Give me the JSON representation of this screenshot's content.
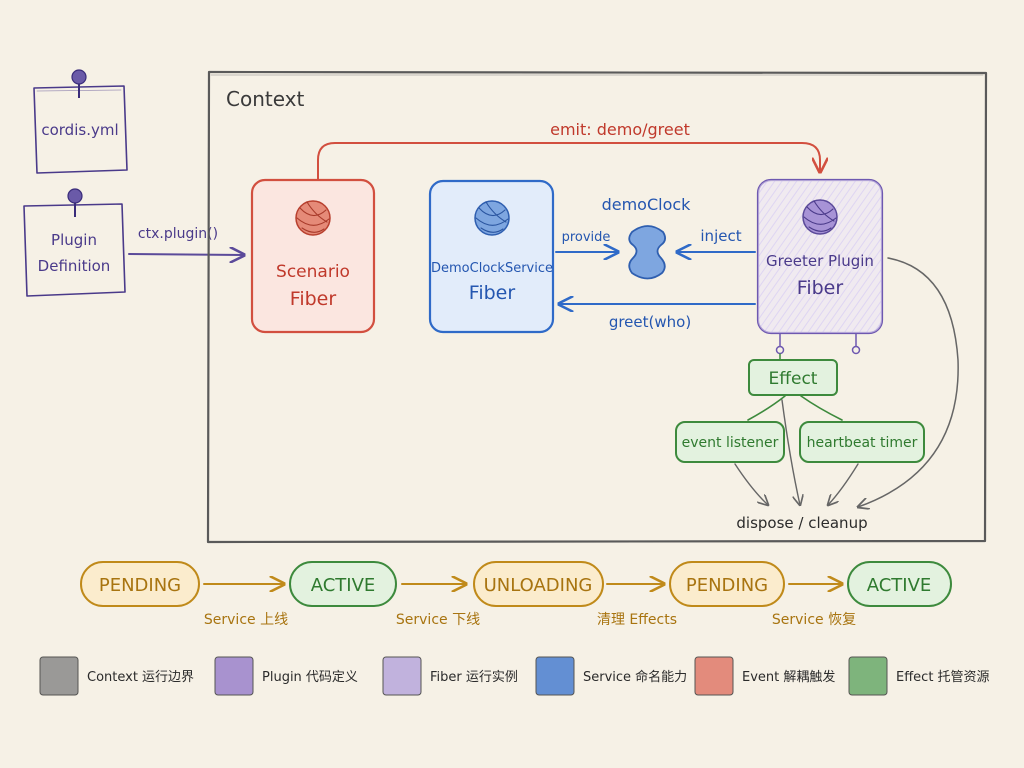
{
  "notes": {
    "config": "cordis.yml",
    "plugin_line1": "Plugin",
    "plugin_line2": "Definition"
  },
  "context": {
    "title": "Context"
  },
  "edges": {
    "ctx_plugin": "ctx.plugin()",
    "emit": "emit: demo/greet",
    "provide": "provide",
    "inject": "inject",
    "greet": "greet(who)"
  },
  "service_token": {
    "label": "demoClock"
  },
  "fibers": {
    "scenario": {
      "line1": "Scenario",
      "line2": "Fiber"
    },
    "clock": {
      "line1": "DemoClockService",
      "line2": "Fiber"
    },
    "greeter": {
      "line1": "Greeter Plugin",
      "line2": "Fiber"
    }
  },
  "effects": {
    "effect": "Effect",
    "listener": "event listener",
    "timer": "heartbeat timer",
    "dispose": "dispose / cleanup"
  },
  "lifecycle": {
    "states": [
      "PENDING",
      "ACTIVE",
      "UNLOADING",
      "PENDING",
      "ACTIVE"
    ],
    "transitions": [
      "Service 上线",
      "Service 下线",
      "清理 Effects",
      "Service 恢复"
    ]
  },
  "legend": [
    {
      "label": "Context 运行边界",
      "color": "#8a8a8a"
    },
    {
      "label": "Plugin 代码定义",
      "color": "#9b82cc"
    },
    {
      "label": "Fiber 运行实例",
      "color": "#b8a8dc"
    },
    {
      "label": "Service 命名能力",
      "color": "#4a7fd0"
    },
    {
      "label": "Event 解耦触发",
      "color": "#e07a6a"
    },
    {
      "label": "Effect 托管资源",
      "color": "#6aaa6a"
    }
  ],
  "colors": {
    "context": "#5a5a5a",
    "plugin": "#5b4a9a",
    "scenario": "#d24f3f",
    "service": "#2f6ac8",
    "greeter": "#6e58b0",
    "effect": "#3d8a3d",
    "lifecycle": "#c08a1a"
  }
}
